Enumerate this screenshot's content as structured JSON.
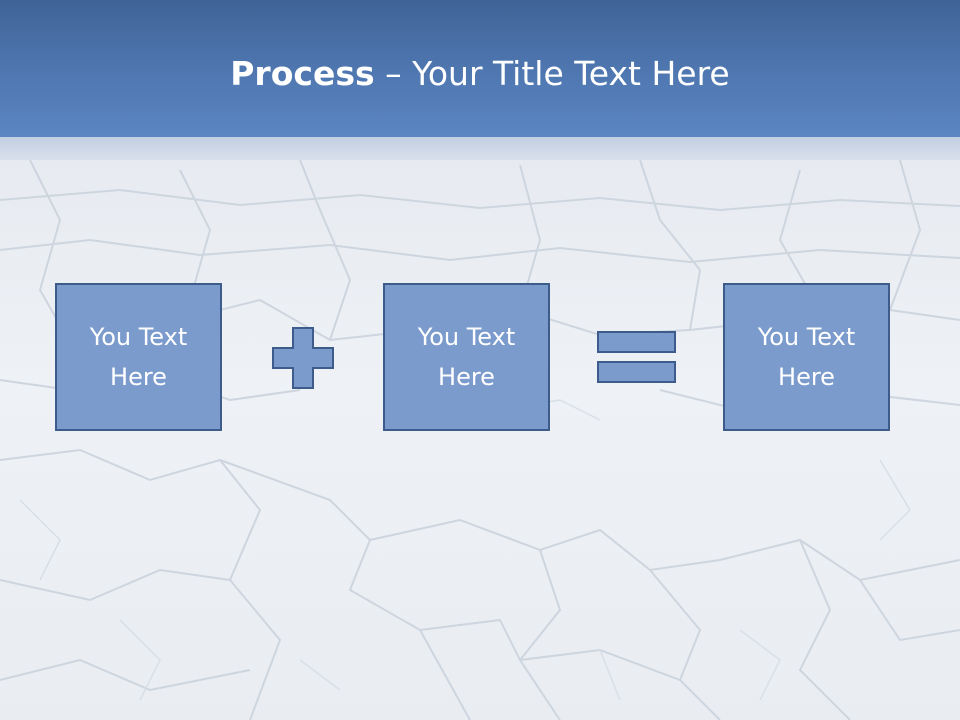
{
  "title": {
    "bold": "Process",
    "rest": " – Your Title Text Here"
  },
  "boxes": [
    {
      "label": "You Text Here"
    },
    {
      "label": "You Text Here"
    },
    {
      "label": "You Text Here"
    }
  ],
  "operators": {
    "first": "plus-icon",
    "second": "equals-icon"
  },
  "colors": {
    "header": "#4d74ad",
    "box_fill": "#7b9bcd",
    "box_border": "#3d5c8c",
    "text": "#ffffff"
  }
}
